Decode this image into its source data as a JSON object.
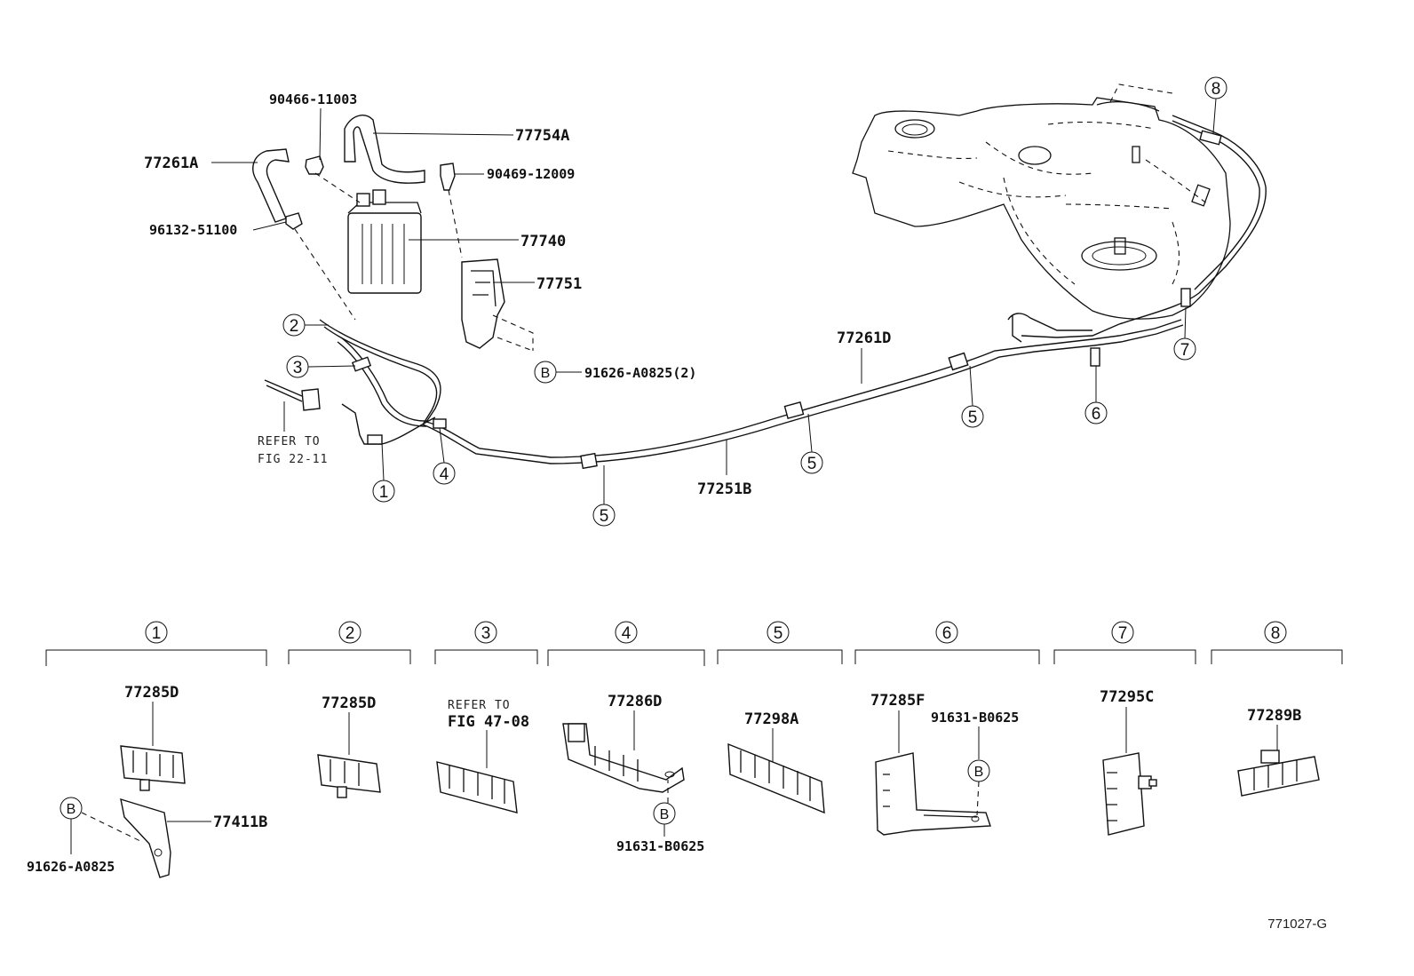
{
  "parts": {
    "p90466": "90466-11003",
    "p77754A": "77754A",
    "p77261A": "77261A",
    "p90469": "90469-12009",
    "p96132": "96132-51100",
    "p77740": "77740",
    "p77751": "77751",
    "p91626_2": "91626-A0825(2)",
    "p77261D": "77261D",
    "p77251B": "77251B"
  },
  "callouts": {
    "c1": "1",
    "c2": "2",
    "c3": "3",
    "c4": "4",
    "c5": "5",
    "c6": "6",
    "c7": "7",
    "c8": "8",
    "cB": "B"
  },
  "refer_top": {
    "line1": "REFER TO",
    "line2": "FIG 22-11"
  },
  "groups": [
    {
      "num": "1",
      "part": "77285D"
    },
    {
      "num": "2",
      "part": "77285D"
    },
    {
      "num": "3",
      "line1": "REFER TO",
      "line2": "FIG 47-08"
    },
    {
      "num": "4",
      "part": "77286D"
    },
    {
      "num": "5",
      "part": "77298A"
    },
    {
      "num": "6",
      "part": "77285F"
    },
    {
      "num": "7",
      "part": "77295C"
    },
    {
      "num": "8",
      "part": "77289B"
    }
  ],
  "group_extra": {
    "g1_bracket": "77411B",
    "g1_bolt": "91626-A0825",
    "g4_bolt": "91631-B0625",
    "g6_bolt": "91631-B0625"
  },
  "figure_code": "771027-G"
}
